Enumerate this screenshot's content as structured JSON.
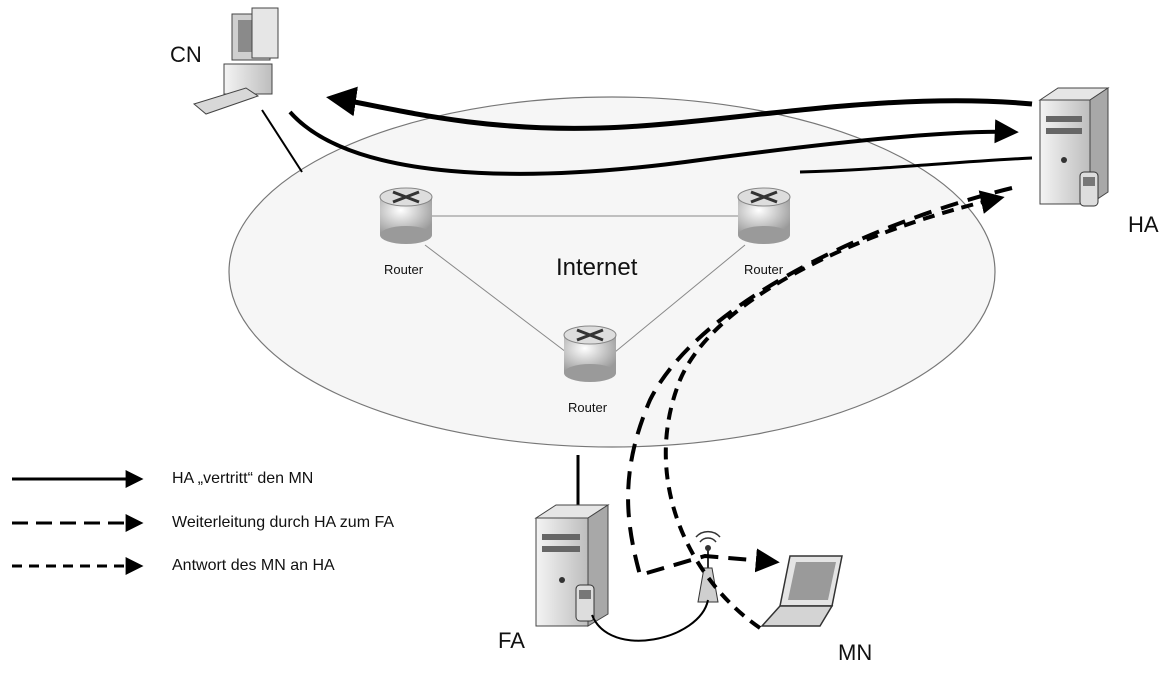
{
  "nodes": {
    "cn": "CN",
    "ha": "HA",
    "fa": "FA",
    "mn": "MN"
  },
  "network": {
    "cloud_label": "Internet",
    "router_label": "Router"
  },
  "legend": [
    {
      "style": "solid",
      "text": "HA „vertritt“ den MN"
    },
    {
      "style": "long-dash",
      "text": "Weiterleitung durch HA zum FA"
    },
    {
      "style": "short-dash",
      "text": "Antwort des MN an HA"
    }
  ],
  "icons": [
    "computer-icon",
    "server-icon",
    "router-icon",
    "laptop-icon",
    "access-point-icon",
    "phone-icon"
  ]
}
